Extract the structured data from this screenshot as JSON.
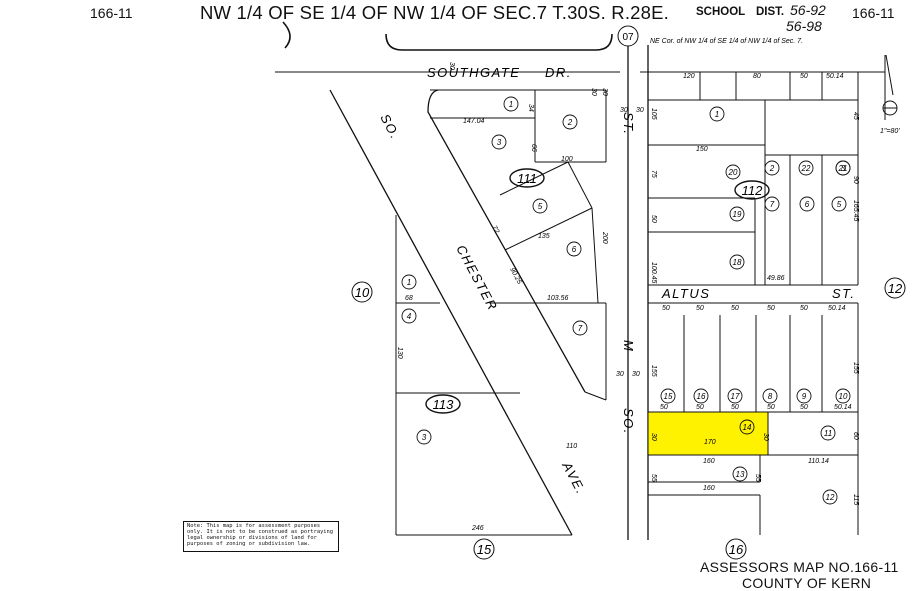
{
  "header": {
    "map_no_left": "166-11",
    "title": "NW 1/4 OF SE 1/4 OF NW 1/4 OF SEC.7 T.30S. R.28E.",
    "school_label": "SCHOOL",
    "dist_label": "DIST.",
    "dist_value_1": "56-92",
    "dist_value_2": "56-98",
    "map_no_right": "166-11"
  },
  "footer": {
    "assessors_map": "ASSESSORS MAP NO.166-11",
    "county": "COUNTY OF KERN"
  },
  "note": {
    "lines": [
      "Note: This map is for assessment purposes",
      "only. It is not to be construed as portraying",
      "legal ownership or divisions of land for",
      "purposes of zoning or subdivision law."
    ]
  },
  "scale_label": "1\"=80'",
  "corner_note": "NE Cor. of NW 1/4 of SE 1/4 of NW 1/4 of Sec. 7.",
  "colors": {
    "highlight": "#fff200",
    "ink": "#111111"
  },
  "map": {
    "streets": {
      "southgate": "SOUTHGATE",
      "dr": "DR.",
      "altus": "ALTUS",
      "st": "ST.",
      "so_chester": "SO.",
      "chester": "CHESTER",
      "ave": "AVE.",
      "so_m": "SO.",
      "m": "M",
      "st_m": "ST."
    },
    "blocks": [
      "111",
      "112",
      "113"
    ],
    "adjacent_maps": [
      "10",
      "12",
      "15",
      "16",
      "07"
    ],
    "lots": [
      "1",
      "2",
      "3",
      "4",
      "5",
      "6",
      "7",
      "1",
      "4",
      "3",
      "1",
      "2",
      "3",
      "5",
      "6",
      "7",
      "8",
      "9",
      "10",
      "11",
      "12",
      "13",
      "14",
      "15",
      "16",
      "17",
      "19",
      "18",
      "20",
      "21",
      "22"
    ],
    "dims": [
      "120",
      "80",
      "50",
      "50.14",
      "105",
      "45",
      "150",
      "90",
      "147.04",
      "34",
      "66",
      "100",
      "30",
      "30",
      "30",
      "30",
      "30",
      "72",
      "135",
      "200",
      "90.25",
      "103.56",
      "68",
      "130",
      "246",
      "110",
      "75",
      "50",
      "100.45",
      "49.86",
      "165.45",
      "50",
      "50",
      "50",
      "50",
      "50",
      "50.14",
      "155",
      "155",
      "30",
      "30",
      "50",
      "50",
      "50",
      "50",
      "50",
      "50.14",
      "30",
      "170",
      "30",
      "60",
      "160",
      "110.14",
      "55",
      "55",
      "160",
      "115"
    ]
  }
}
